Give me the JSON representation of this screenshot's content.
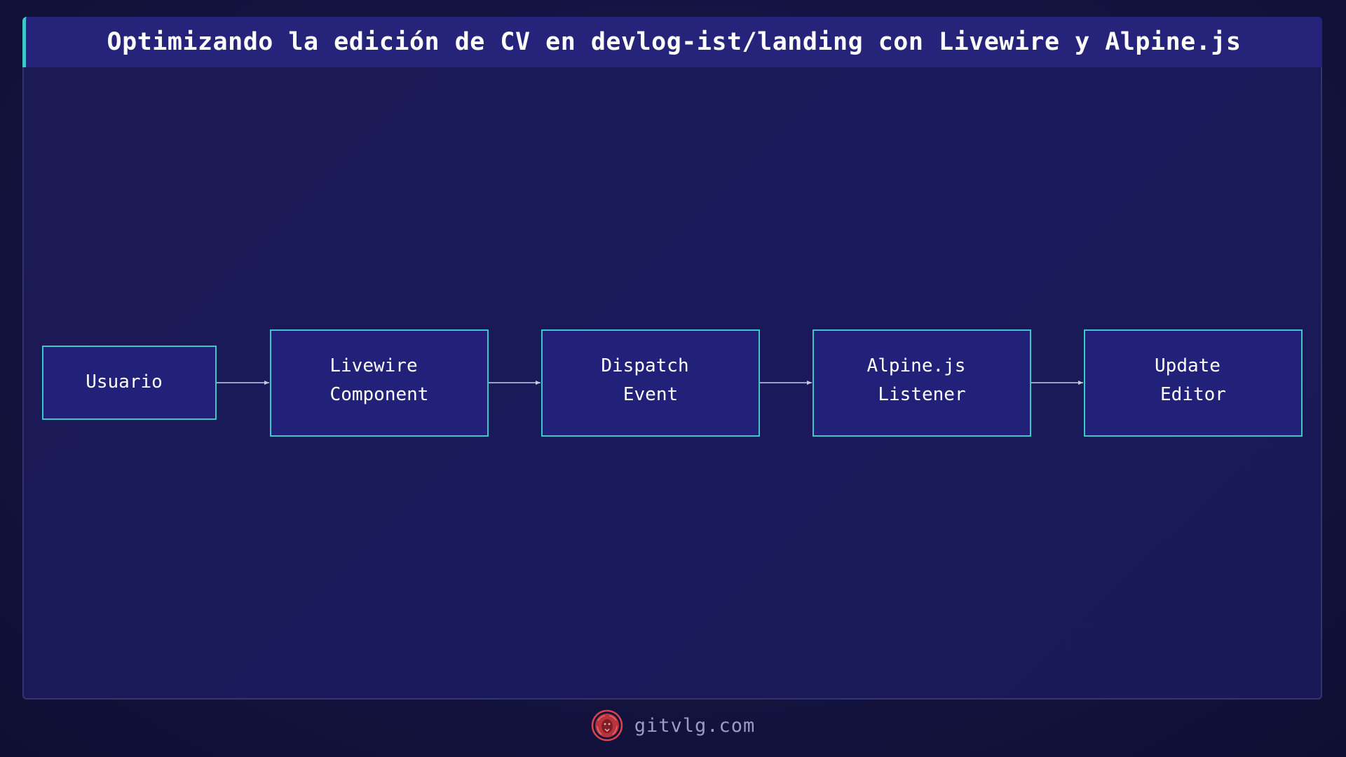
{
  "title": "Optimizando la edición de CV en devlog-ist/landing con Livewire y Alpine.js",
  "diagram": {
    "nodes": [
      {
        "id": "usuario",
        "lines": [
          "Usuario"
        ]
      },
      {
        "id": "livewire-component",
        "lines": [
          "Livewire",
          "Component"
        ]
      },
      {
        "id": "dispatch-event",
        "lines": [
          "Dispatch",
          "Event"
        ]
      },
      {
        "id": "alpinejs-listener",
        "lines": [
          "Alpine.js",
          "Listener"
        ]
      },
      {
        "id": "update-editor",
        "lines": [
          "Update",
          "Editor"
        ]
      }
    ],
    "edges": [
      {
        "from": "usuario",
        "to": "livewire-component"
      },
      {
        "from": "livewire-component",
        "to": "dispatch-event"
      },
      {
        "from": "dispatch-event",
        "to": "alpinejs-listener"
      },
      {
        "from": "alpinejs-listener",
        "to": "update-editor"
      }
    ]
  },
  "footer": {
    "site": "gitvlg.com",
    "logo_icon": "lion-head-icon"
  },
  "colors": {
    "node_fill": "#22217a",
    "node_border": "#3ec6c8",
    "arrow": "#c8cbe0",
    "title_accent": "#3ec6c8",
    "logo_red": "#d9454a"
  }
}
